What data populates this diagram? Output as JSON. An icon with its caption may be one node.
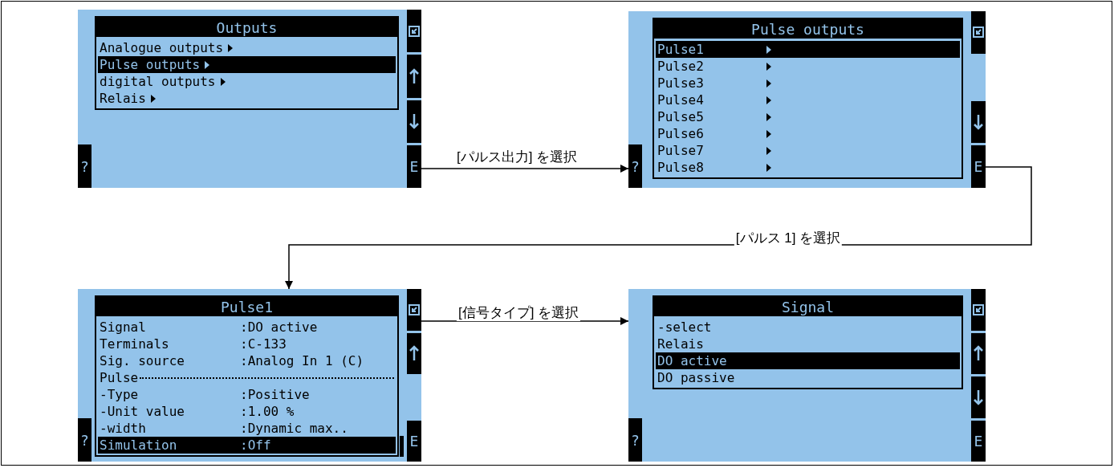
{
  "diagram": {
    "nodes": [
      {
        "text": [
          "Outputs",
          "Analogue outputs",
          "Pulse outputs",
          "digital outputs",
          "Relais",
          "?",
          "E"
        ]
      },
      {
        "text": [
          "Pulse outputs",
          "Pulse1",
          "Pulse2",
          "Pulse3",
          "Pulse4",
          "Pulse5",
          "Pulse6",
          "Pulse7",
          "Pulse8",
          "?",
          "E"
        ]
      },
      {
        "text": [
          "Pulse1",
          "Signal",
          ":DO active",
          "Terminals",
          ":C-133",
          "Sig. source",
          ":Analog In 1 (C)",
          "Pulse",
          "-Type",
          ":Positive",
          "-Unit value",
          ":1.00 %",
          "-width",
          ":Dynamic max..",
          "Simulation",
          ":Off",
          "?",
          "E"
        ]
      },
      {
        "text": [
          "Signal",
          "-select",
          "Relais",
          "DO active",
          "DO passive",
          "?",
          "E"
        ]
      }
    ],
    "edges": [
      {
        "from": 0,
        "to": 1,
        "arrow": "to",
        "label": "[パルス出力] を選択"
      },
      {
        "from": 1,
        "to": 2,
        "arrow": "to",
        "label": "[パルス 1] を選択"
      },
      {
        "from": 2,
        "to": 3,
        "arrow": "to",
        "label": "[信号タイプ] を選択"
      }
    ]
  }
}
